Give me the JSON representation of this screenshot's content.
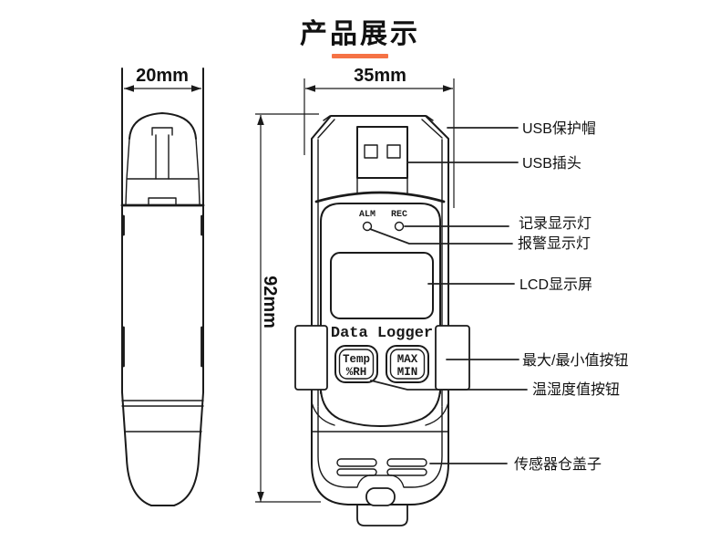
{
  "title": {
    "text": "产品展示"
  },
  "colors": {
    "accent": "#f57245",
    "line": "#1a1a1a",
    "text": "#111111"
  },
  "dimensions": {
    "side_width": "20mm",
    "front_width": "35mm",
    "height": "92mm"
  },
  "device": {
    "brand_text": "Data Logger",
    "indicators": [
      {
        "label": "ALM"
      },
      {
        "label": "REC"
      }
    ],
    "buttons": [
      {
        "line1": "Temp",
        "line2": "%RH"
      },
      {
        "line1": "MAX",
        "line2": "MIN"
      }
    ]
  },
  "callouts": [
    {
      "label": "USB保护帽"
    },
    {
      "label": "USB插头"
    },
    {
      "label": "记录显示灯"
    },
    {
      "label": "报警显示灯"
    },
    {
      "label": "LCD显示屏"
    },
    {
      "label": "最大/最小值按钮"
    },
    {
      "label": "温湿度值按钮"
    },
    {
      "label": "传感器仓盖子"
    }
  ]
}
